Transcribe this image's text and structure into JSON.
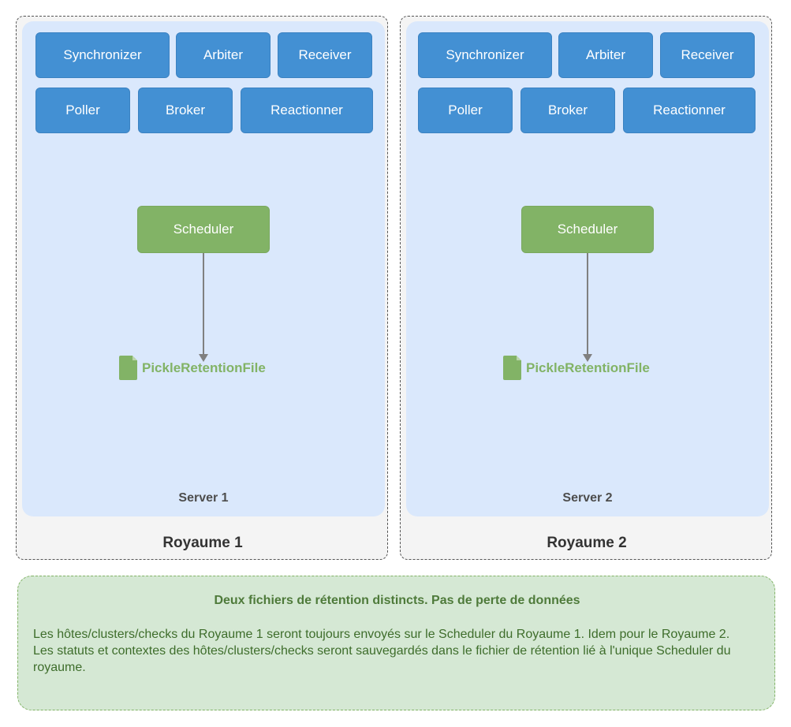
{
  "realms": [
    {
      "label": "Royaume 1",
      "server": "Server 1",
      "components_row1": [
        "Synchronizer",
        "Arbiter",
        "Receiver"
      ],
      "components_row2": [
        "Poller",
        "Broker",
        "Reactionner"
      ],
      "scheduler": "Scheduler",
      "retention_file": "PickleRetentionFile"
    },
    {
      "label": "Royaume 2",
      "server": "Server 2",
      "components_row1": [
        "Synchronizer",
        "Arbiter",
        "Receiver"
      ],
      "components_row2": [
        "Poller",
        "Broker",
        "Reactionner"
      ],
      "scheduler": "Scheduler",
      "retention_file": "PickleRetentionFile"
    }
  ],
  "note": {
    "title": "Deux fichiers de rétention distincts. Pas de perte de données",
    "paragraphs": [
      "Les hôtes/clusters/checks du Royaume 1 seront toujours envoyés sur le Scheduler du Royaume 1. Idem pour le Royaume 2.",
      "Les statuts et contextes des hôtes/clusters/checks seront sauvegardés dans le fichier de rétention lié à l'unique Scheduler du royaume."
    ]
  },
  "colors": {
    "component_fill": "#4390d3",
    "scheduler_fill": "#82b366",
    "server_fill": "#dae8fc",
    "realm_fill": "#f4f4f4",
    "note_fill": "#d5e8d4"
  }
}
